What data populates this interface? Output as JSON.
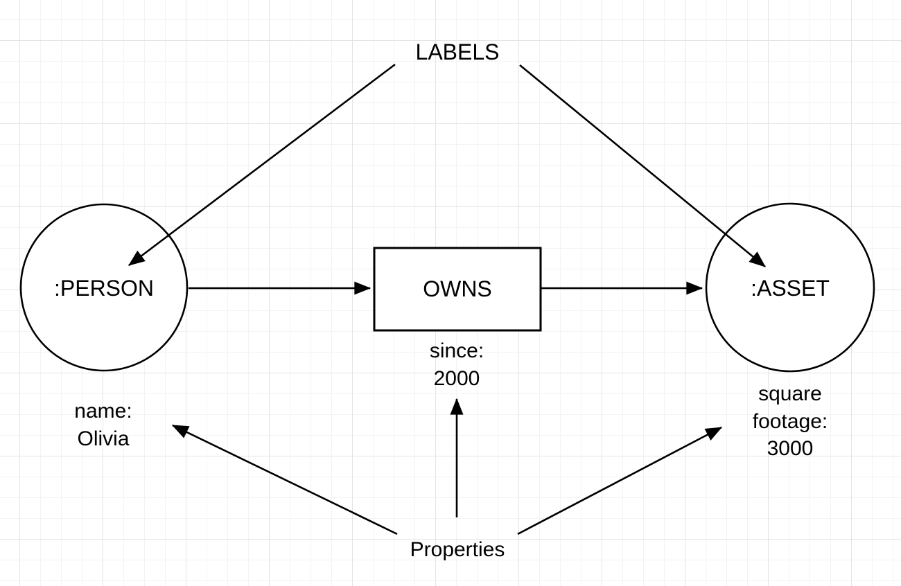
{
  "canvas": {
    "colors": {
      "ink": "#000000",
      "shape_fill": "#ffffff",
      "grid_minor": "#f3f3f3",
      "grid_major": "#e4e4e4"
    }
  },
  "diagram": {
    "labels_title": "LABELS",
    "properties_title": "Properties",
    "nodes": {
      "person": {
        "label": ":PERSON"
      },
      "asset": {
        "label": ":ASSET"
      }
    },
    "relationship": {
      "label": "OWNS"
    },
    "properties": {
      "person_property": "name:\nOlivia",
      "relationship_property": "since:\n2000",
      "asset_property": "square\nfootage:\n3000"
    }
  }
}
